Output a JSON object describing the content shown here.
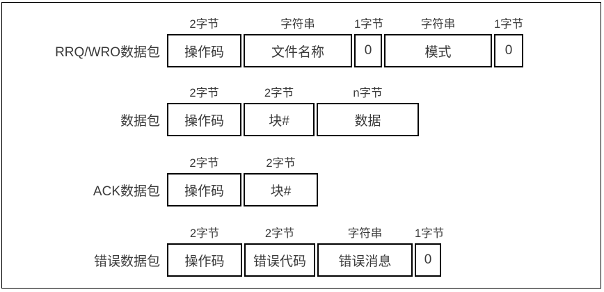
{
  "diagram": {
    "background": "#ffffff",
    "border_color": "#000000",
    "text_color": "#3a3a3a",
    "rows": [
      {
        "label": "RRQ/WRO数据包",
        "fields": [
          {
            "size": "2字节",
            "value": "操作码"
          },
          {
            "size": "字符串",
            "value": "文件名称"
          },
          {
            "size": "1字节",
            "value": "0"
          },
          {
            "size": "字符串",
            "value": "模式"
          },
          {
            "size": "1字节",
            "value": "0"
          }
        ]
      },
      {
        "label": "数据包",
        "fields": [
          {
            "size": "2字节",
            "value": "操作码"
          },
          {
            "size": "2字节",
            "value": "块#"
          },
          {
            "size": "n字节",
            "value": "数据"
          }
        ]
      },
      {
        "label": "ACK数据包",
        "fields": [
          {
            "size": "2字节",
            "value": "操作码"
          },
          {
            "size": "2字节",
            "value": "块#"
          }
        ]
      },
      {
        "label": "错误数据包",
        "fields": [
          {
            "size": "2字节",
            "value": "操作码"
          },
          {
            "size": "2字节",
            "value": "错误代码"
          },
          {
            "size": "字符串",
            "value": "错误消息"
          },
          {
            "size": "1字节",
            "value": "0"
          }
        ]
      }
    ]
  }
}
